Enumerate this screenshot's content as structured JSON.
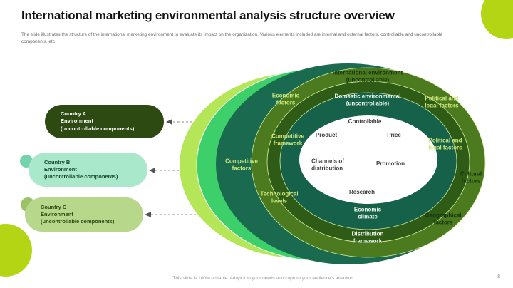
{
  "slide": {
    "title": "International marketing environmental analysis structure overview",
    "subtitle": "The slide illustrates the structure of the international marketing environment to evaluate its impact on the organization. Various elements included are internal and external factors, controllable and uncontrollable components, etc",
    "footer": "This slide is 100% editable. Adapt it to your needs and capture your audience's attention.",
    "page_number": "8"
  },
  "countries": [
    {
      "line1": "Country A",
      "line2": "Environment",
      "line3": "(uncontrollable components)",
      "text": "Country A\nEnvironment\n(uncontrollable components)"
    },
    {
      "line1": "Country B",
      "line2": "Environment",
      "line3": "(uncontrollable components)",
      "text": "Country B\nEnvironment\n(uncontrollable components)"
    },
    {
      "line1": "Country C",
      "line2": "Environment",
      "line3": "(uncontrollable components)",
      "text": "Country C\nEnvironment\n(uncontrollable components)"
    }
  ],
  "diagram": {
    "ring_labels": {
      "international_environment": "International environment\n(uncontrollable)",
      "domestic_environmental": "Domestic environmental\n(uncontrollable)",
      "economic_factors": "Economic\nfactors",
      "political_legal_outer": "Political and\nlegal factors",
      "competitive_framework": "Competitive\nframework",
      "political_legal_inner": "Political and\nlegal factors",
      "competitive_factors": "Competitive\nfactors",
      "cultural_factors": "Cultural\nfactors",
      "technological_levels": "Technological\nlevels",
      "geographical_factors": "Geographical\nfactors",
      "economic_climate": "Economic\nclimate",
      "distribution_framework": "Distribution\nframework"
    },
    "core_labels": {
      "controllable": "Controllable",
      "product": "Product",
      "price": "Price",
      "channels_of_distribution": "Channels of\ndistribution",
      "promotion": "Promotion",
      "research": "Research"
    }
  },
  "colors": {
    "ring_chartreuse": "#b5e657",
    "ring_bright_green": "#3ccf6a",
    "ring_dark_teal": "#1a6a50",
    "ring_olive": "#4c7a1f",
    "ring_forest": "#2e5c16",
    "ring_inner_teal": "#15614a",
    "core_white": "#ffffff",
    "accent_circle": "#b3d514",
    "decor_teal_dot": "#72d3ae",
    "decor_olive_dot": "#9ac266",
    "pill_country_a": "#2c4a12",
    "pill_country_b": "#a9e8cb",
    "pill_country_c": "#b7d78b",
    "connector_gray": "#8f8f8f"
  }
}
